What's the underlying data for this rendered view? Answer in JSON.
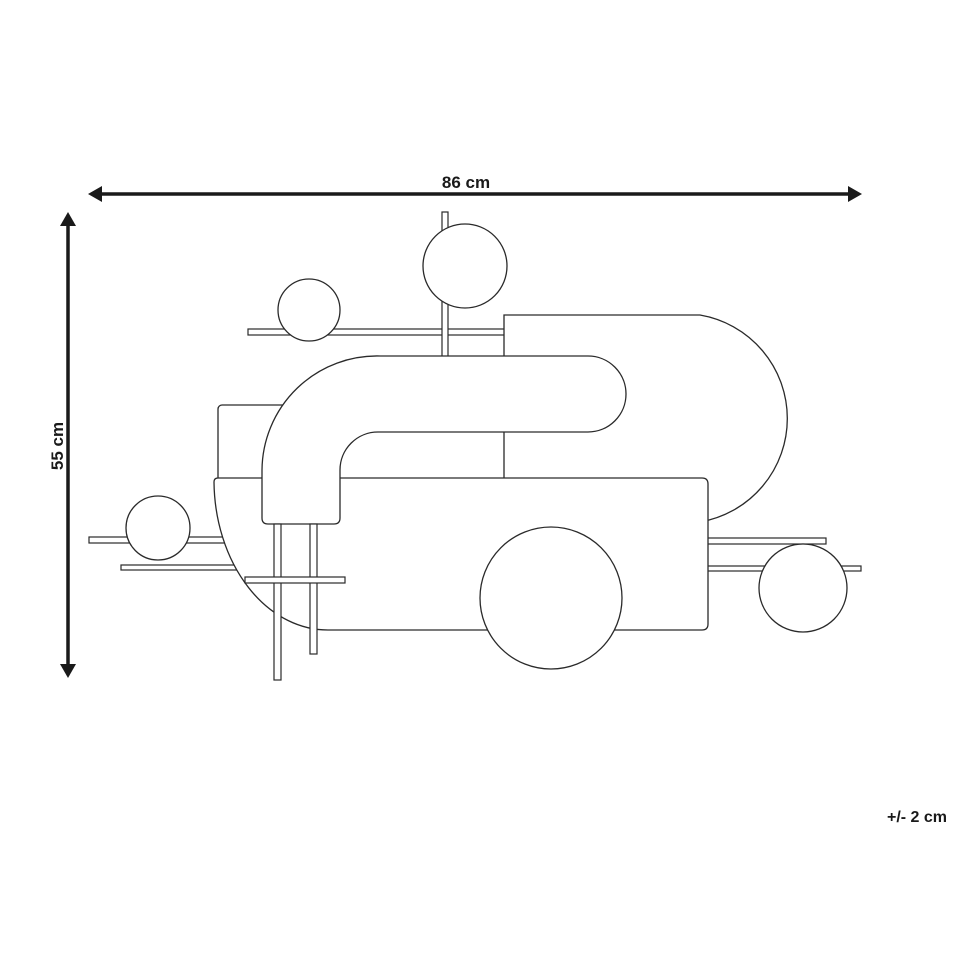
{
  "drawing": {
    "subject": "geometric wall decor dimension drawing",
    "stroke_color": "#2a2a2a",
    "background_color": "#ffffff"
  },
  "dimensions": {
    "width_label": "86 cm",
    "height_label": "55 cm",
    "tolerance_label": "+/- 2 cm"
  }
}
